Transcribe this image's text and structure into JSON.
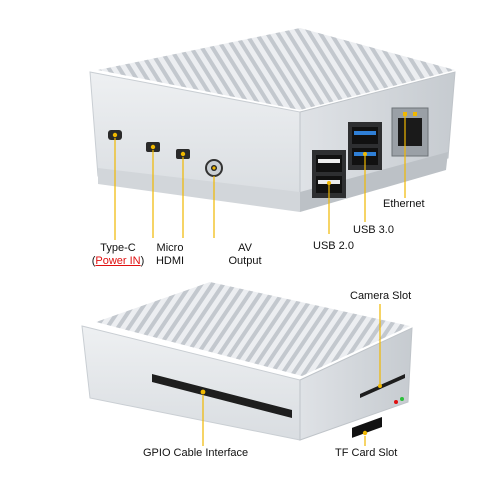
{
  "top_case": {
    "labels": {
      "type_c": "Type-C",
      "power_in_open": "(",
      "power_in": "Power IN",
      "power_in_close": ")",
      "micro_hdmi_1": "Micro",
      "micro_hdmi_2": "HDMI",
      "av_1": "AV",
      "av_2": "Output",
      "usb2": "USB 2.0",
      "usb3": "USB 3.0",
      "ethernet": "Ethernet"
    }
  },
  "bottom_case": {
    "labels": {
      "camera_slot": "Camera Slot",
      "gpio": "GPIO Cable Interface",
      "tf_card": "TF Card Slot"
    }
  },
  "colors": {
    "callout_line": "#f0b800",
    "highlight_text": "#e01010",
    "case_body": "#e4e7ea",
    "fins": "#c9ced3"
  }
}
